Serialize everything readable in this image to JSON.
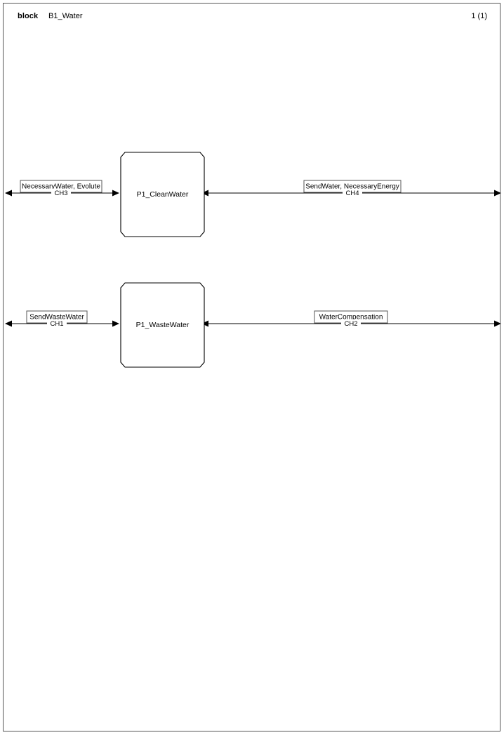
{
  "header": {
    "kind": "block",
    "name": "B1_Water",
    "page_number": "1 (1)"
  },
  "diagram": {
    "type": "sdl-block-diagram",
    "processes": [
      {
        "id": "p_cleanwater",
        "label": "P1_CleanWater"
      },
      {
        "id": "p_wastewater",
        "label": "P1_WasteWater"
      }
    ],
    "channels": [
      {
        "id": "ch3",
        "name": "CH3",
        "signals": "NecessaryWater, Evolute",
        "from": "environment",
        "to": "p_cleanwater"
      },
      {
        "id": "ch4",
        "name": "CH4",
        "signals": "SendWater, NecessaryEnergy",
        "from": "p_cleanwater",
        "to": "environment"
      },
      {
        "id": "ch1",
        "name": "CH1",
        "signals": "SendWasteWater",
        "from": "environment",
        "to": "p_wastewater"
      },
      {
        "id": "ch2",
        "name": "CH2",
        "signals": "WaterCompensation",
        "from": "p_wastewater",
        "to": "environment"
      }
    ]
  },
  "colors": {
    "page_border": "#555555",
    "line": "#000000",
    "shape_fill": "#ffffff",
    "text": "#000000"
  }
}
